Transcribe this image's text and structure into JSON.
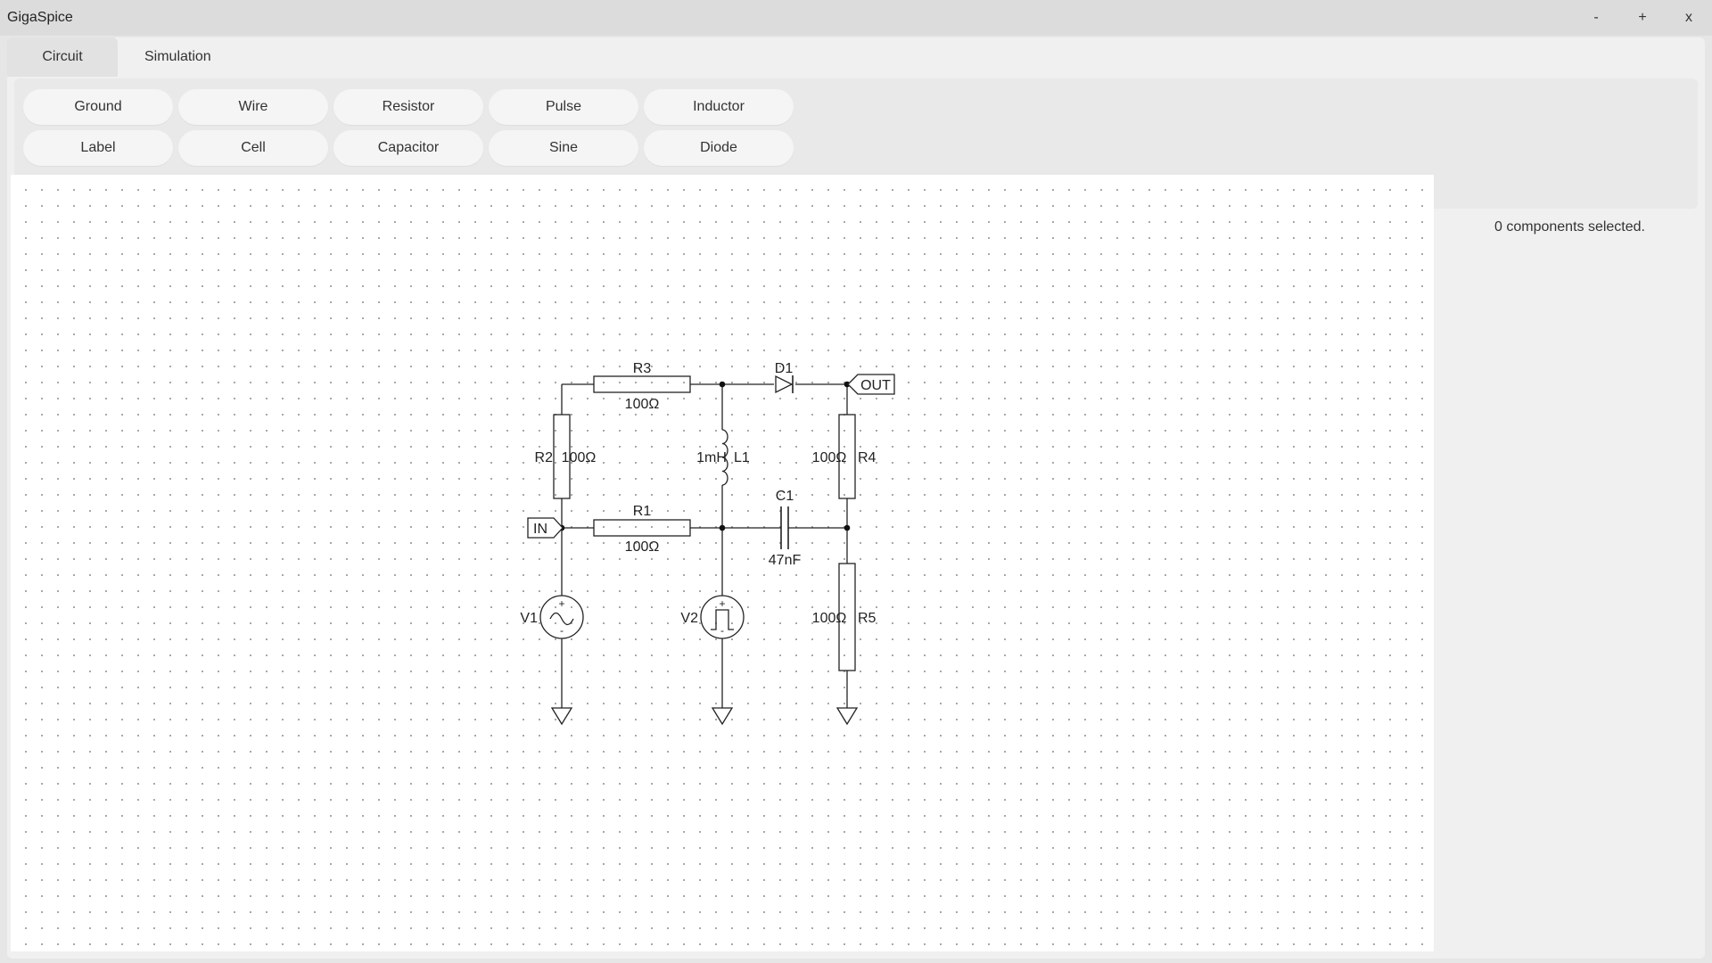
{
  "window": {
    "title": "GigaSpice",
    "minimize_label": "-",
    "maximize_label": "+",
    "close_label": "x"
  },
  "tabs": [
    {
      "label": "Circuit",
      "active": true
    },
    {
      "label": "Simulation",
      "active": false
    }
  ],
  "toolbar": {
    "row1": [
      "Ground",
      "Wire",
      "Resistor",
      "Pulse",
      "Inductor"
    ],
    "row2": [
      "Label",
      "Cell",
      "Capacitor",
      "Sine",
      "Diode"
    ]
  },
  "info": {
    "selection_status": "0 components selected."
  },
  "circuit": {
    "R1": {
      "name": "R1",
      "value": "100Ω"
    },
    "R2": {
      "name": "R2",
      "value": "100Ω"
    },
    "R3": {
      "name": "R3",
      "value": "100Ω"
    },
    "R4": {
      "name": "R4",
      "value": "100Ω"
    },
    "R5": {
      "name": "R5",
      "value": "100Ω"
    },
    "L1": {
      "name": "L1",
      "value": "1mH"
    },
    "C1": {
      "name": "C1",
      "value": "47nF"
    },
    "D1": {
      "name": "D1"
    },
    "V1": {
      "name": "V1",
      "plus": "+",
      "minus": "-"
    },
    "V2": {
      "name": "V2",
      "plus": "+",
      "minus": "-"
    },
    "label_in": "IN",
    "label_out": "OUT"
  }
}
